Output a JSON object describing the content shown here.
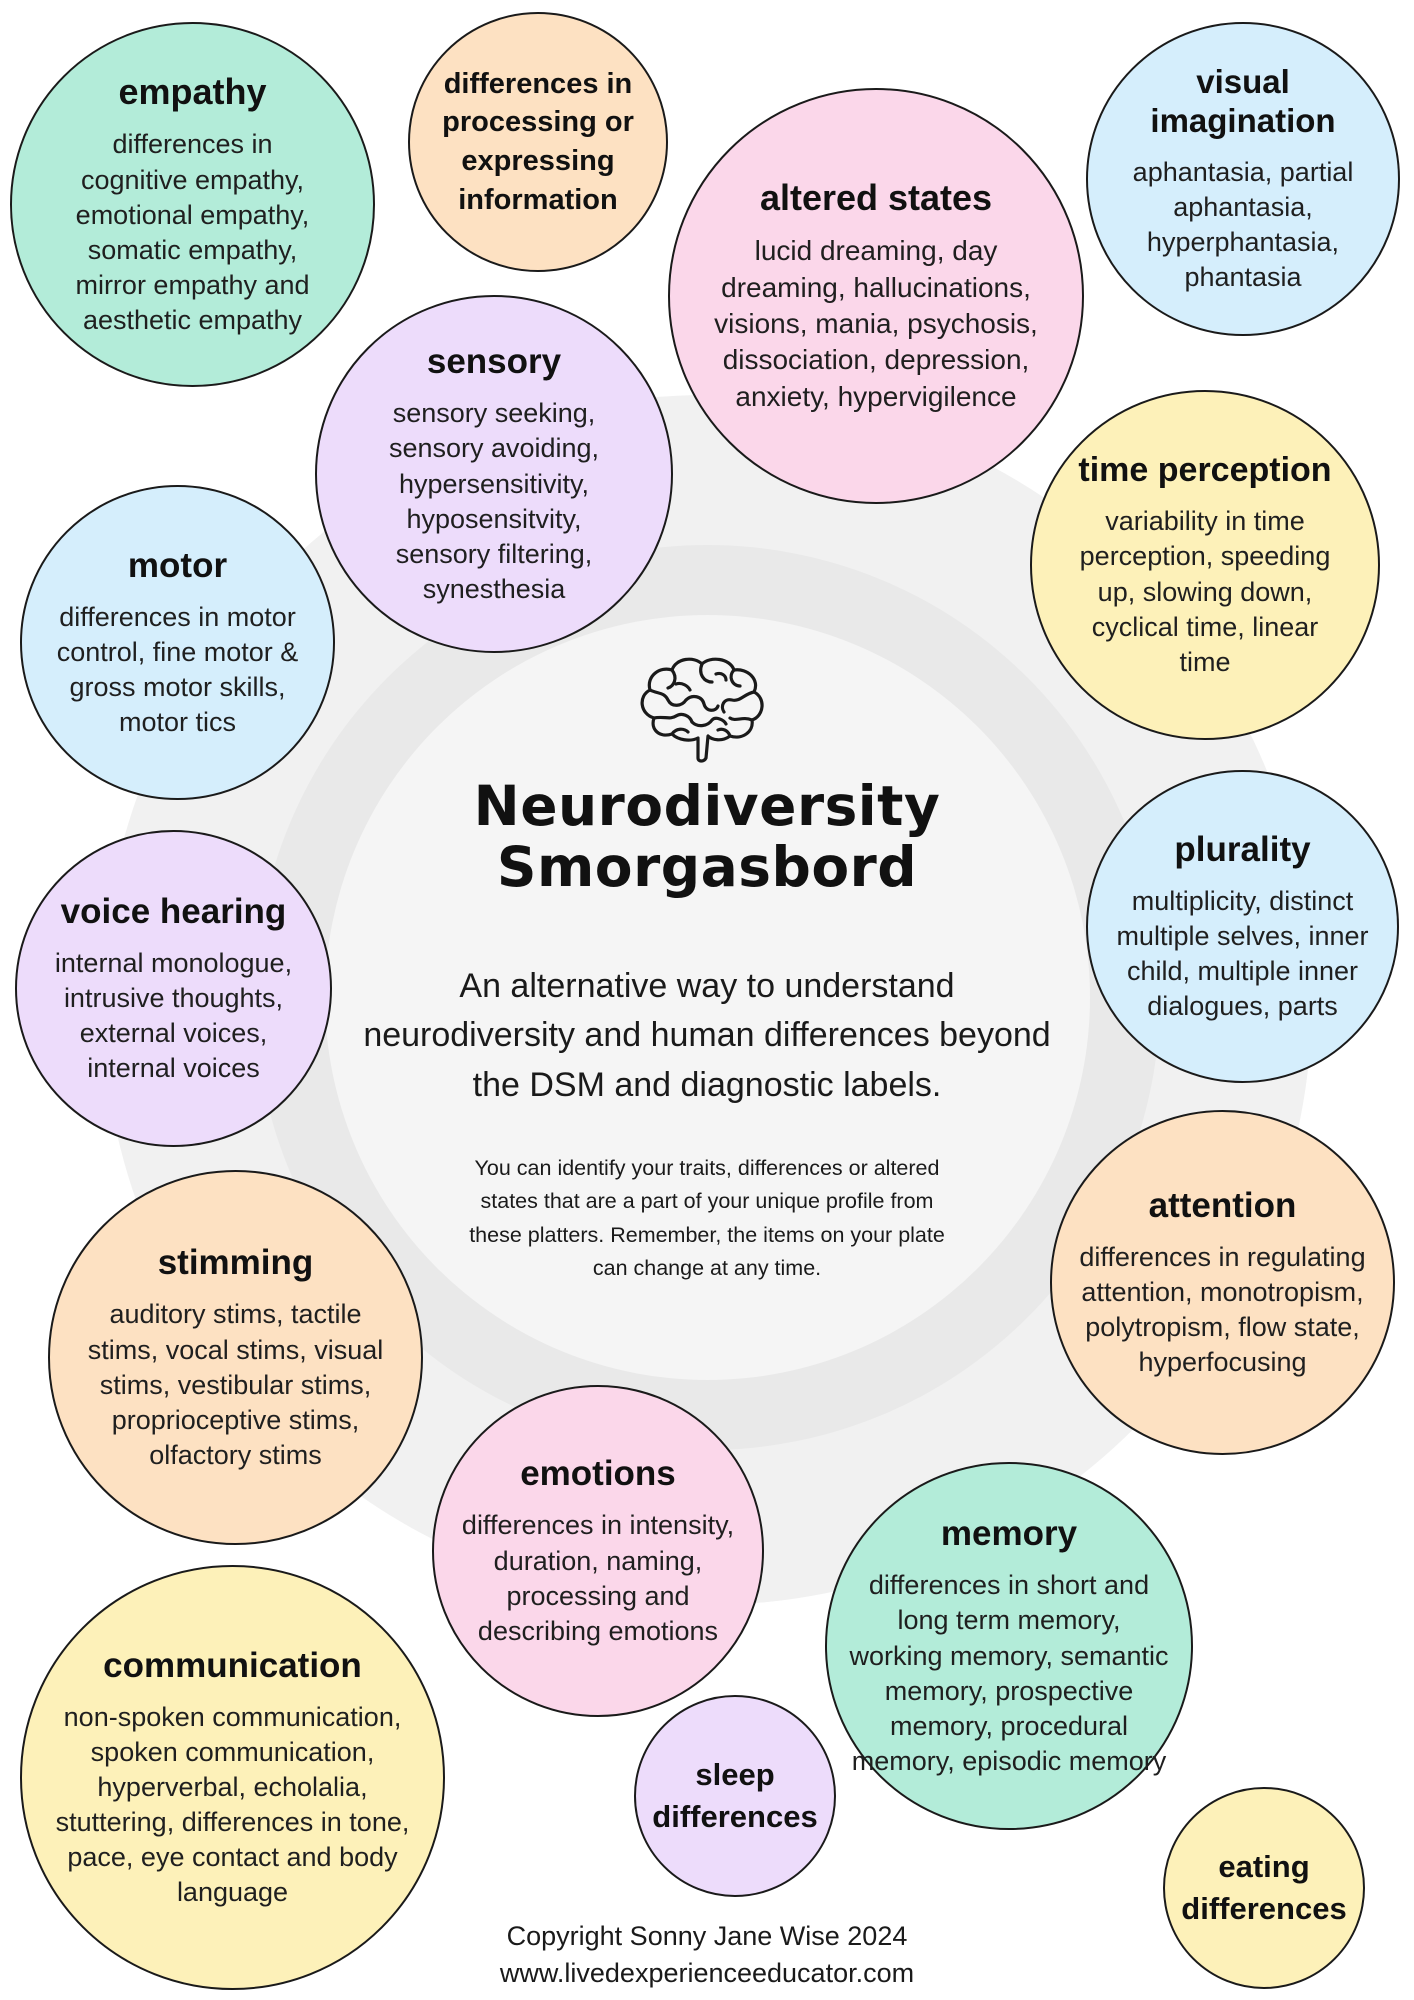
{
  "center": {
    "title_line1": "Neurodiversity",
    "title_line2": "Smorgasbord",
    "subtitle": "An alternative way to understand neurodiversity and human differences beyond the DSM and diagnostic labels.",
    "note": "You can identify your traits, differences or altered states that are a part of your unique profile from these platters. Remember, the items on your plate can change at any time."
  },
  "colors": {
    "mint": "#b3ecd9",
    "peach": "#fde1c2",
    "pink": "#fbd7ea",
    "sky": "#d5eefc",
    "lavender": "#eddcfb",
    "yellow": "#fdf1b9"
  },
  "bubbles": {
    "empathy": {
      "title": "empathy",
      "desc": "differences in cognitive empathy, emotional empathy, somatic empathy, mirror empathy and aesthetic empathy"
    },
    "processing": {
      "title": "differences in processing or expressing information"
    },
    "altered_states": {
      "title": "altered states",
      "desc": "lucid dreaming, day dreaming, hallucinations, visions, mania, psychosis, dissociation, depression, anxiety, hypervigilence"
    },
    "visual_imagination": {
      "title": "visual imagination",
      "desc": "aphantasia, partial aphantasia, hyperphantasia, phantasia"
    },
    "sensory": {
      "title": "sensory",
      "desc": "sensory seeking, sensory avoiding, hypersensitivity, hyposensitvity, sensory filtering, synesthesia"
    },
    "time_perception": {
      "title": "time perception",
      "desc": "variability in time perception, speeding up, slowing down, cyclical time, linear time"
    },
    "motor": {
      "title": "motor",
      "desc": "differences in motor control, fine motor & gross motor skills, motor tics"
    },
    "plurality": {
      "title": "plurality",
      "desc": "multiplicity, distinct multiple selves, inner child, multiple inner dialogues, parts"
    },
    "voice_hearing": {
      "title": "voice hearing",
      "desc": "internal monologue, intrusive thoughts, external voices, internal voices"
    },
    "attention": {
      "title": "attention",
      "desc": "differences in regulating attention, monotropism, polytropism, flow state, hyperfocusing"
    },
    "stimming": {
      "title": "stimming",
      "desc": "auditory stims, tactile stims, vocal stims, visual stims, vestibular stims, proprioceptive stims, olfactory stims"
    },
    "emotions": {
      "title": "emotions",
      "desc": "differences in intensity, duration, naming, processing and describing emotions"
    },
    "memory": {
      "title": "memory",
      "desc": "differences in short and long term memory, working memory, semantic memory, prospective memory, procedural memory, episodic memory"
    },
    "communication": {
      "title": "communication",
      "desc": "non-spoken communication, spoken communication, hyperverbal, echolalia, stuttering, differences in tone, pace, eye contact and body language"
    },
    "sleep": {
      "title": "sleep differences"
    },
    "eating": {
      "title": "eating differences"
    }
  },
  "footer": {
    "copyright": "Copyright Sonny Jane Wise 2024",
    "website": "www.livedexperienceeducator.com"
  }
}
